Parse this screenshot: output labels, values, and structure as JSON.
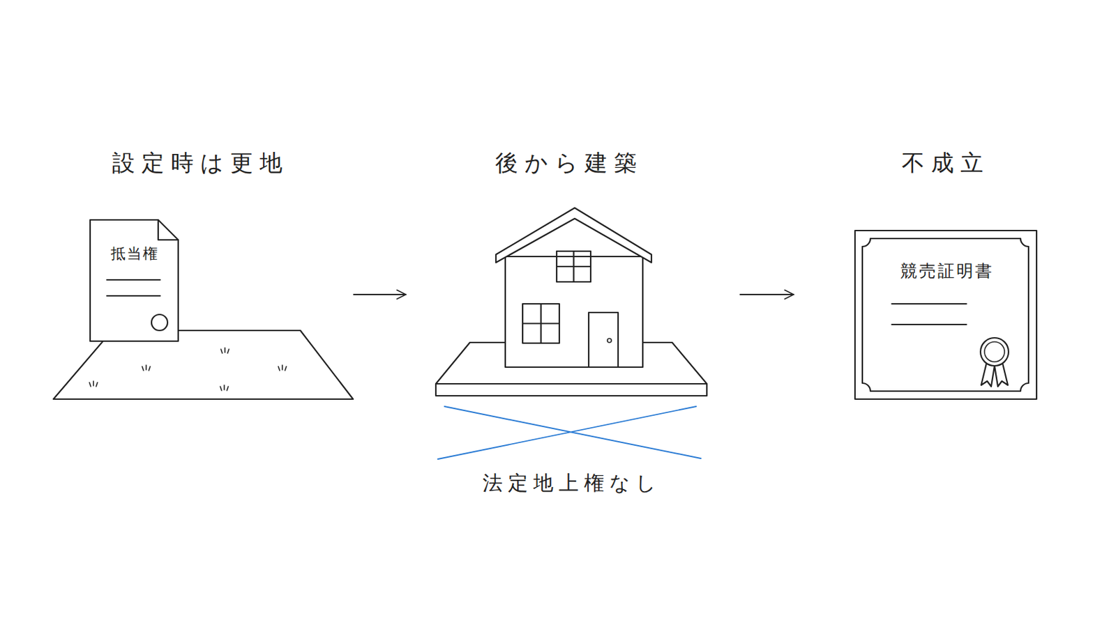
{
  "diagram": {
    "nodes": [
      {
        "text": [
          "設定時は更地"
        ]
      },
      {
        "text": [
          "抵当権"
        ],
        "in": 0
      },
      {
        "text": [
          "後から建築",
          "法定地上権なし"
        ]
      },
      {
        "text": [
          "不成立"
        ]
      },
      {
        "text": [
          "競売証明書"
        ],
        "in": 3
      }
    ],
    "edges": [
      {
        "from": 0,
        "to": 2,
        "arrow": "to"
      },
      {
        "from": 2,
        "to": 3,
        "arrow": "to"
      }
    ]
  }
}
